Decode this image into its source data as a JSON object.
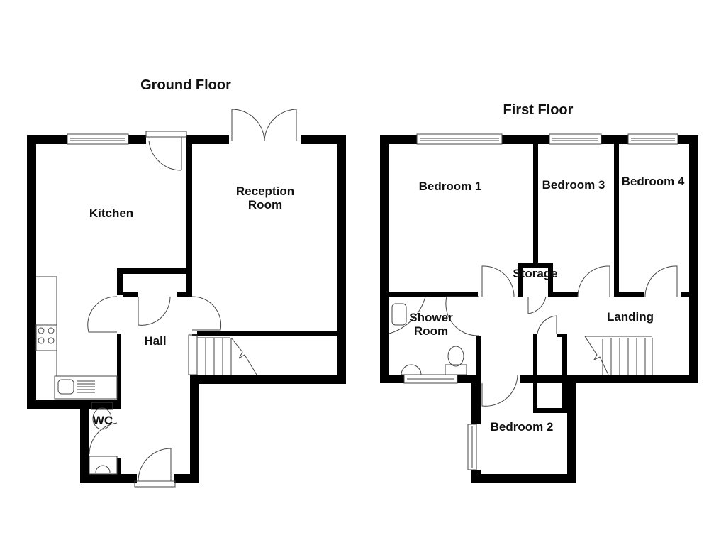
{
  "ground_floor": {
    "title": "Ground Floor",
    "rooms": {
      "kitchen": "Kitchen",
      "reception_line1": "Reception",
      "reception_line2": "Room",
      "hall": "Hall",
      "wc": "WC"
    }
  },
  "first_floor": {
    "title": "First Floor",
    "rooms": {
      "bedroom1": "Bedroom 1",
      "bedroom2": "Bedroom 2",
      "bedroom3": "Bedroom 3",
      "bedroom4": "Bedroom 4",
      "storage": "Storage",
      "shower_line1": "Shower",
      "shower_line2": "Room",
      "landing": "Landing"
    }
  },
  "colors": {
    "wall": "#000000",
    "fixture_line": "#444444",
    "background": "#ffffff"
  }
}
